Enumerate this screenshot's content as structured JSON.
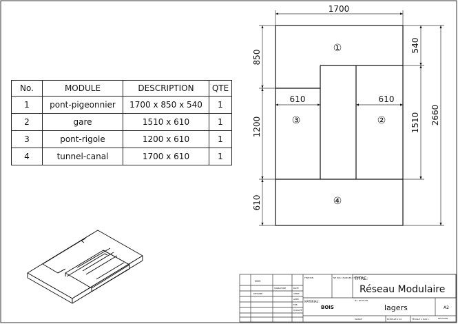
{
  "bom": {
    "headers": [
      "No.",
      "MODULE",
      "DESCRIPTION",
      "QTE"
    ],
    "rows": [
      [
        "1",
        "pont-pigeonnier",
        "1700 x 850 x 540",
        "1"
      ],
      [
        "2",
        "gare",
        "1510 x 610",
        "1"
      ],
      [
        "3",
        "pont-rigole",
        "1200 x 610",
        "1"
      ],
      [
        "4",
        "tunnel-canal",
        "1700 x 610",
        "1"
      ]
    ]
  },
  "plan": {
    "dims": {
      "top_width": "1700",
      "left_upper": "850",
      "left_middle": "1200",
      "left_lower": "610",
      "right_upper": "540",
      "right_middle": "1510",
      "right_total": "2660",
      "inner_left": "610",
      "inner_right": "610"
    },
    "zones": [
      "①",
      "②",
      "③",
      "④"
    ]
  },
  "title_block": {
    "titre_label": "TITRE:",
    "title": "Réseau Modulaire",
    "subtitle": "lagers",
    "material_label": "MATÉRIAU:",
    "material": "BOIS",
    "format": "A2",
    "small_labels": [
      "NOM",
      "SIGNATURE",
      "DATE",
      "DESSINÉ",
      "VÉRIF.",
      "APPR.",
      "FAB.",
      "QUALITÉ",
      "FINITION",
      "NE PAS CHANGER L'ÉCHELLE",
      "RÉVISION",
      "No. DE PLAN",
      "ÉCHELLE:1:10",
      "FEUILLE 1 SUR 1",
      "MASSE:"
    ]
  }
}
